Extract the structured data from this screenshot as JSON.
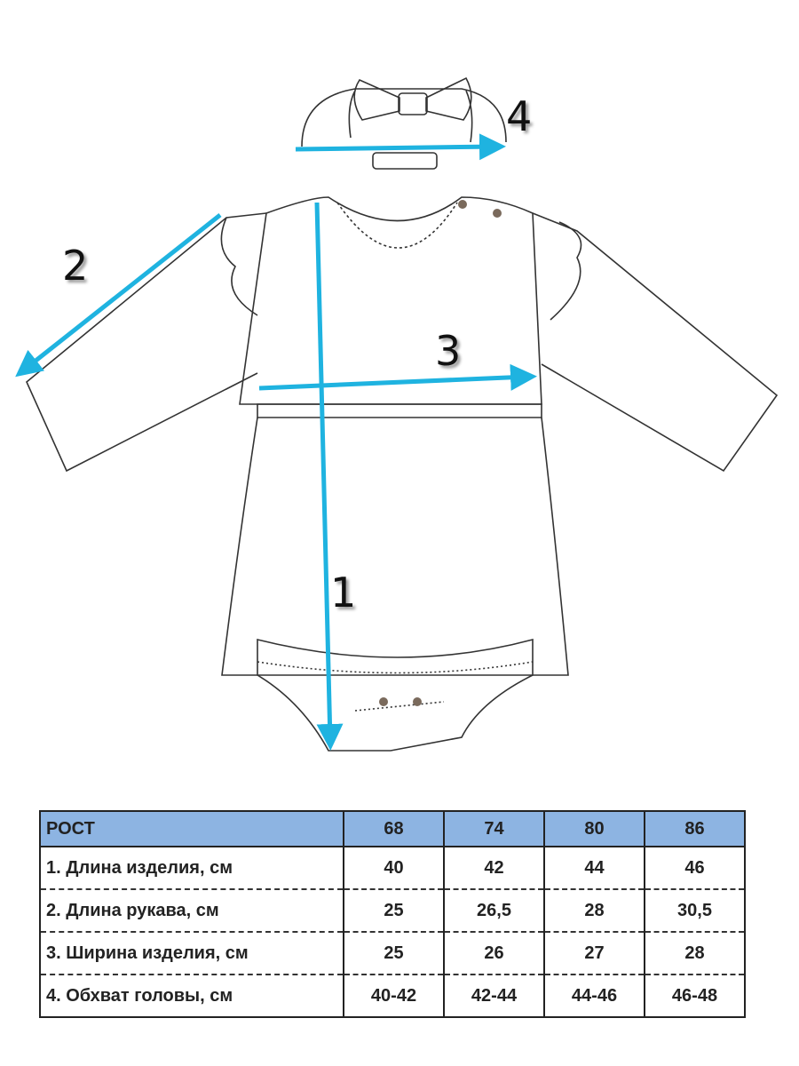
{
  "diagram": {
    "labels": [
      "1",
      "2",
      "3",
      "4"
    ],
    "arrow_color": "#1fb3e0"
  },
  "table": {
    "header": [
      "РОСТ",
      "68",
      "74",
      "80",
      "86"
    ],
    "rows": [
      {
        "label": "1. Длина изделия, см",
        "values": [
          "40",
          "42",
          "44",
          "46"
        ]
      },
      {
        "label": "2. Длина рукава, см",
        "values": [
          "25",
          "26,5",
          "28",
          "30,5"
        ]
      },
      {
        "label": "3. Ширина изделия, см",
        "values": [
          "25",
          "26",
          "27",
          "28"
        ]
      },
      {
        "label": "4. Обхват головы, см",
        "values": [
          "40-42",
          "42-44",
          "44-46",
          "46-48"
        ]
      }
    ],
    "header_color": "#8db4e2"
  }
}
